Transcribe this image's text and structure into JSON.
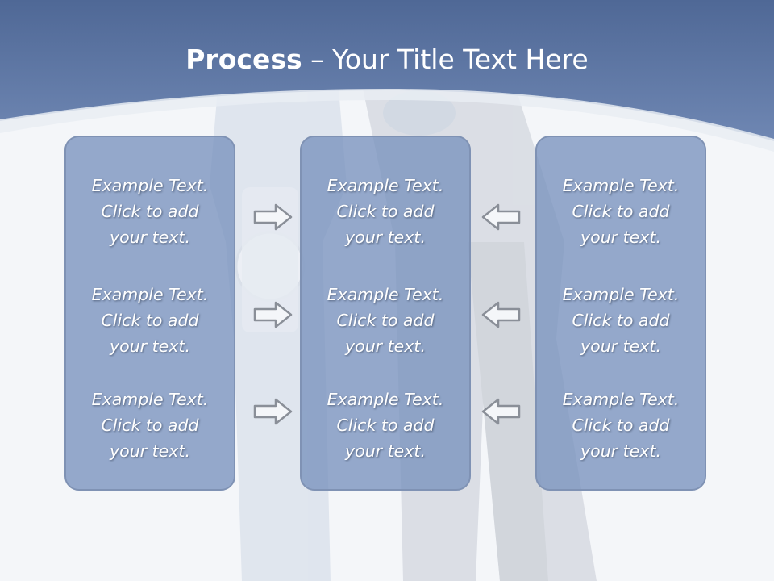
{
  "slide": {
    "title_bold": "Process",
    "title_rest": " – Your Title Text Here"
  },
  "columns": [
    {
      "items": [
        {
          "line1": "Example Text.",
          "line2": "Click  to add",
          "line3": "your text."
        },
        {
          "line1": "Example Text.",
          "line2": "Click  to add",
          "line3": "your text."
        },
        {
          "line1": "Example Text.",
          "line2": "Click  to add",
          "line3": "your text."
        }
      ]
    },
    {
      "items": [
        {
          "line1": "Example Text.",
          "line2": "Click  to add",
          "line3": "your text."
        },
        {
          "line1": "Example Text.",
          "line2": "Click  to add",
          "line3": "your text."
        },
        {
          "line1": "Example Text.",
          "line2": "Click  to add",
          "line3": "your text."
        }
      ]
    },
    {
      "items": [
        {
          "line1": "Example Text.",
          "line2": "Click  to add",
          "line3": "your text."
        },
        {
          "line1": "Example Text.",
          "line2": "Click  to add",
          "line3": "your text."
        },
        {
          "line1": "Example Text.",
          "line2": "Click  to add",
          "line3": "your text."
        }
      ]
    }
  ],
  "arrows": {
    "left": "arrow-right-icon",
    "right": "arrow-left-icon"
  },
  "colors": {
    "header": "#5d77a6",
    "box_fill": "#7892be",
    "box_border": "#7f92b4"
  }
}
